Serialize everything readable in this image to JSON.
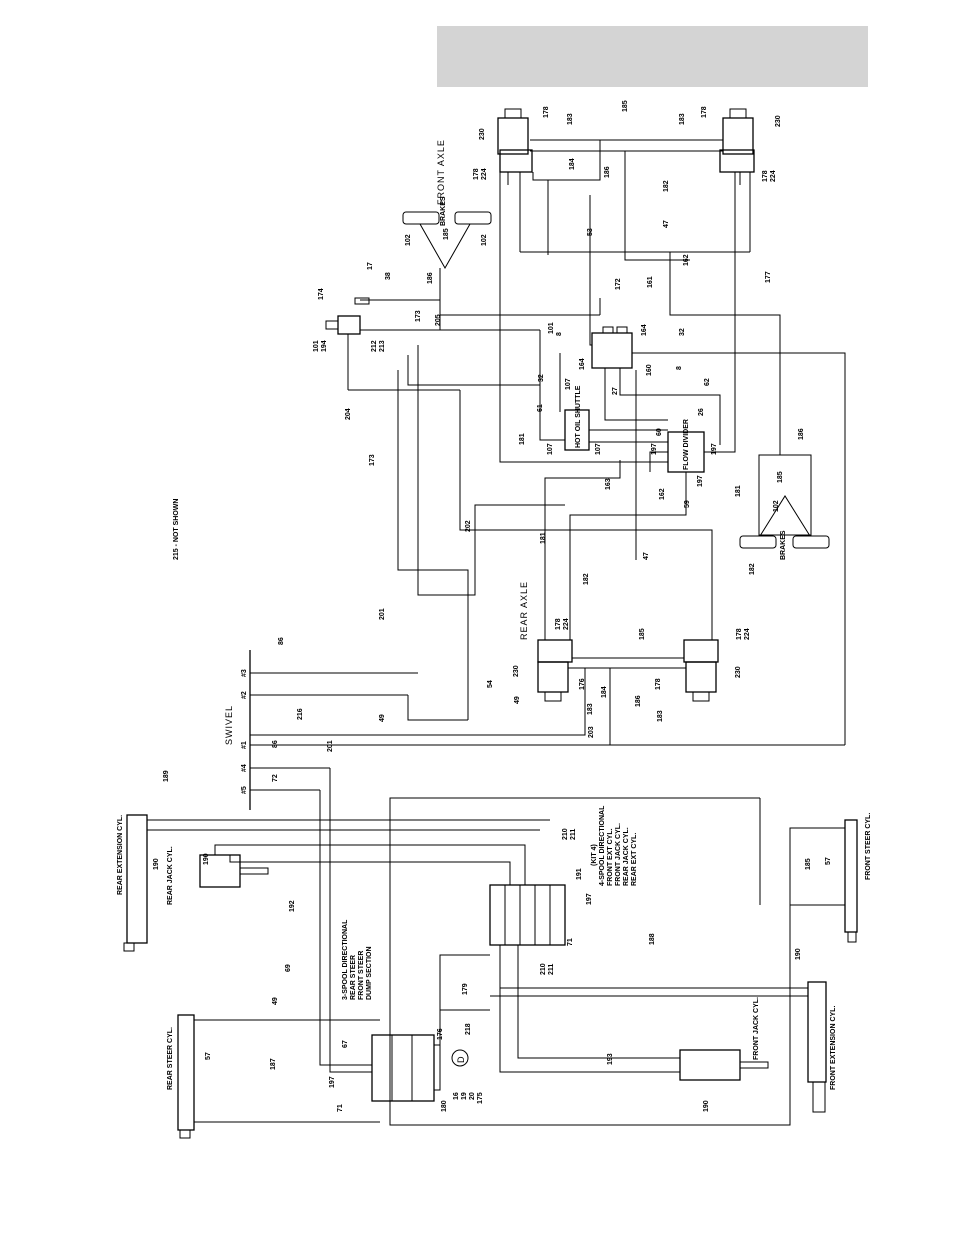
{
  "header": {
    "fill_color": "#d4d4d4"
  },
  "titles": {
    "front_axle": "FRONT AXLE",
    "rear_axle": "REAR AXLE",
    "swivel": "SWIVEL",
    "not_shown": "215 - NOT SHOWN",
    "section_mark": "D"
  },
  "components": {
    "rear_extension_cyl": "REAR EXTENSION CYL.",
    "rear_jack_cyl": "REAR JACK CYL.",
    "rear_steer_cyl": "REAR STEER CYL.",
    "front_steer_cyl": "FRONT STEER CYL.",
    "front_extension_cyl": "FRONT EXTENSION CYL.",
    "front_jack_cyl": "FRONT JACK CYL.",
    "brakes": "BRAKES",
    "hot_oil_shuttle": "HOT OIL SHUTTLE",
    "flow_divider": "FLOW DIVIDER",
    "four_spool": [
      "4-SPOOL DIRECTIONAL",
      "FRONT EXT CYL.",
      "FRONT JACK CYL.",
      "REAR JACK CYL.",
      "REAR EXT CYL."
    ],
    "three_spool": [
      "3-SPOOL DIRECTIONAL",
      "REAR STEER",
      "FRONT STEER",
      "DUMP SECTION"
    ],
    "kit_note": "(KIT 4)"
  },
  "callouts": [
    {
      "id": "c178a",
      "text": "178"
    },
    {
      "id": "c183a",
      "text": "183"
    },
    {
      "id": "c185a",
      "text": "185"
    },
    {
      "id": "c183b",
      "text": "183"
    },
    {
      "id": "c178b",
      "text": "178"
    },
    {
      "id": "c230a",
      "text": "230"
    },
    {
      "id": "c230b",
      "text": "230"
    },
    {
      "id": "c184a",
      "text": "184"
    },
    {
      "id": "c186a",
      "text": "186"
    },
    {
      "id": "c178c",
      "text": "178"
    },
    {
      "id": "c224a",
      "text": "224"
    },
    {
      "id": "c178d",
      "text": "178"
    },
    {
      "id": "c224b",
      "text": "224"
    },
    {
      "id": "c182a",
      "text": "182"
    },
    {
      "id": "c47a",
      "text": "47"
    },
    {
      "id": "c53",
      "text": "53"
    },
    {
      "id": "c162a",
      "text": "162"
    },
    {
      "id": "c102a",
      "text": "102"
    },
    {
      "id": "c185b",
      "text": "185"
    },
    {
      "id": "c102b",
      "text": "102"
    },
    {
      "id": "c17",
      "text": "17"
    },
    {
      "id": "c38",
      "text": "38"
    },
    {
      "id": "c186b",
      "text": "186"
    },
    {
      "id": "c174",
      "text": "174"
    },
    {
      "id": "c173a",
      "text": "173"
    },
    {
      "id": "c205",
      "text": "205"
    },
    {
      "id": "c172",
      "text": "172"
    },
    {
      "id": "c161",
      "text": "161"
    },
    {
      "id": "c177",
      "text": "177"
    },
    {
      "id": "c101a",
      "text": "101"
    },
    {
      "id": "c194",
      "text": "194"
    },
    {
      "id": "c212",
      "text": "212"
    },
    {
      "id": "c213",
      "text": "213"
    },
    {
      "id": "c101b",
      "text": "101"
    },
    {
      "id": "c8a",
      "text": "8"
    },
    {
      "id": "c164a",
      "text": "164"
    },
    {
      "id": "c164b",
      "text": "164"
    },
    {
      "id": "c32a",
      "text": "32"
    },
    {
      "id": "c32b",
      "text": "32"
    },
    {
      "id": "c8b",
      "text": "8"
    },
    {
      "id": "c62",
      "text": "62"
    },
    {
      "id": "c160",
      "text": "160"
    },
    {
      "id": "c27",
      "text": "27"
    },
    {
      "id": "c107a",
      "text": "107"
    },
    {
      "id": "c61",
      "text": "61"
    },
    {
      "id": "c204",
      "text": "204"
    },
    {
      "id": "c107b",
      "text": "107"
    },
    {
      "id": "c107c",
      "text": "107"
    },
    {
      "id": "c26",
      "text": "26"
    },
    {
      "id": "c60",
      "text": "60"
    },
    {
      "id": "c186c",
      "text": "186"
    },
    {
      "id": "c181a",
      "text": "181"
    },
    {
      "id": "c197a",
      "text": "197"
    },
    {
      "id": "c197b",
      "text": "197"
    },
    {
      "id": "c197c",
      "text": "197"
    },
    {
      "id": "c173b",
      "text": "173"
    },
    {
      "id": "c181b",
      "text": "181"
    },
    {
      "id": "c185c",
      "text": "185"
    },
    {
      "id": "c163",
      "text": "163"
    },
    {
      "id": "c59",
      "text": "59"
    },
    {
      "id": "c162b",
      "text": "162"
    },
    {
      "id": "c102c",
      "text": "102"
    },
    {
      "id": "c181c",
      "text": "181"
    },
    {
      "id": "c202",
      "text": "202"
    },
    {
      "id": "c47b",
      "text": "47"
    },
    {
      "id": "c182b",
      "text": "182"
    },
    {
      "id": "c182c",
      "text": "182"
    },
    {
      "id": "c201a",
      "text": "201"
    },
    {
      "id": "c178e",
      "text": "178"
    },
    {
      "id": "c224c",
      "text": "224"
    },
    {
      "id": "c185d",
      "text": "185"
    },
    {
      "id": "c178f",
      "text": "178"
    },
    {
      "id": "c224d",
      "text": "224"
    },
    {
      "id": "c86a",
      "text": "86"
    },
    {
      "id": "c230c",
      "text": "230"
    },
    {
      "id": "c176",
      "text": "176"
    },
    {
      "id": "c184b",
      "text": "184"
    },
    {
      "id": "c186d",
      "text": "186"
    },
    {
      "id": "c178g",
      "text": "178"
    },
    {
      "id": "c230d",
      "text": "230"
    },
    {
      "id": "c54",
      "text": "54"
    },
    {
      "id": "c49a",
      "text": "49"
    },
    {
      "id": "c183c",
      "text": "183"
    },
    {
      "id": "c183d",
      "text": "183"
    },
    {
      "id": "c49b",
      "text": "49"
    },
    {
      "id": "c216",
      "text": "216"
    },
    {
      "id": "c86b",
      "text": "86"
    },
    {
      "id": "c201b",
      "text": "201"
    },
    {
      "id": "c203",
      "text": "203"
    },
    {
      "id": "c72",
      "text": "72"
    },
    {
      "id": "c189",
      "text": "189"
    },
    {
      "id": "c190a",
      "text": "190"
    },
    {
      "id": "c190b",
      "text": "190"
    },
    {
      "id": "c192",
      "text": "192"
    },
    {
      "id": "c210a",
      "text": "210"
    },
    {
      "id": "c211a",
      "text": "211"
    },
    {
      "id": "c191",
      "text": "191"
    },
    {
      "id": "c197d",
      "text": "197"
    },
    {
      "id": "c185e",
      "text": "185"
    },
    {
      "id": "c57a",
      "text": "57"
    },
    {
      "id": "c71a",
      "text": "71"
    },
    {
      "id": "c210b",
      "text": "210"
    },
    {
      "id": "c211b",
      "text": "211"
    },
    {
      "id": "c69",
      "text": "69"
    },
    {
      "id": "c179",
      "text": "179"
    },
    {
      "id": "c188",
      "text": "188"
    },
    {
      "id": "c190c",
      "text": "190"
    },
    {
      "id": "c49c",
      "text": "49"
    },
    {
      "id": "c218",
      "text": "218"
    },
    {
      "id": "c57b",
      "text": "57"
    },
    {
      "id": "c187",
      "text": "187"
    },
    {
      "id": "c67",
      "text": "67"
    },
    {
      "id": "c176b",
      "text": "176"
    },
    {
      "id": "c193",
      "text": "193"
    },
    {
      "id": "c197e",
      "text": "197"
    },
    {
      "id": "c71b",
      "text": "71"
    },
    {
      "id": "c180",
      "text": "180"
    },
    {
      "id": "c16",
      "text": "16"
    },
    {
      "id": "c19",
      "text": "19"
    },
    {
      "id": "c20",
      "text": "20"
    },
    {
      "id": "c175",
      "text": "175"
    },
    {
      "id": "c190d",
      "text": "190"
    }
  ],
  "swivel_ports": [
    "#3",
    "#2",
    "#1",
    "#4",
    "#5"
  ]
}
